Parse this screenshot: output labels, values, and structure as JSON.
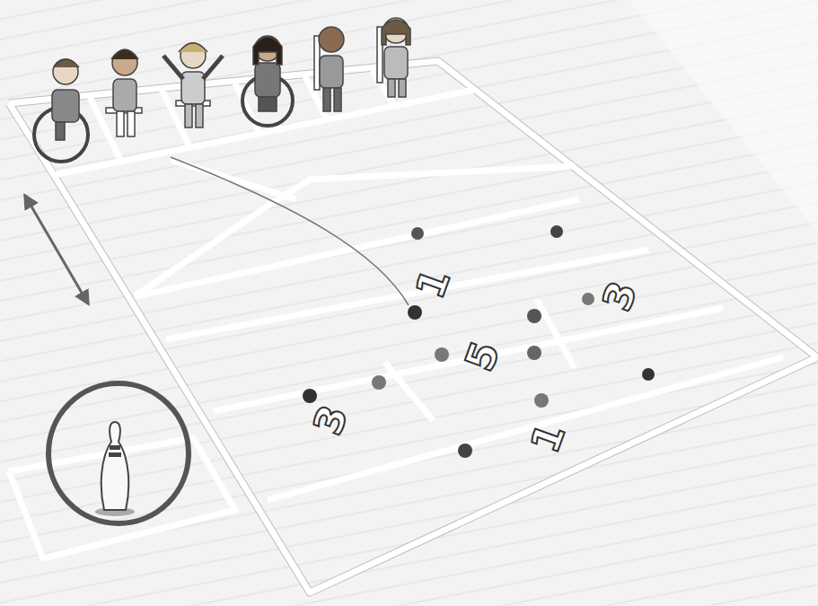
{
  "diagram": {
    "labels": [
      "1",
      "3",
      "5",
      "3",
      "1"
    ]
  }
}
